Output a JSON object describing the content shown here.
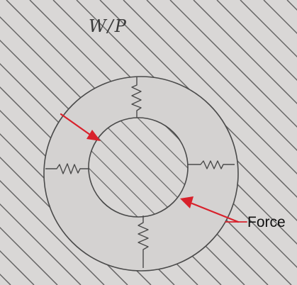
{
  "header": {
    "note": "W/P"
  },
  "annotation": {
    "label": "Force"
  },
  "colors": {
    "paper": "#d9d7d6",
    "pencil": "#4a4a4a",
    "hatch": "#3d3d3d",
    "ring_fill": "#d4d2d1",
    "arrow": "#d8212b"
  },
  "springs": [
    {
      "name": "spring-top"
    },
    {
      "name": "spring-left"
    },
    {
      "name": "spring-right"
    },
    {
      "name": "spring-bottom"
    }
  ],
  "arrows": [
    {
      "name": "force-arrow-upper-left"
    },
    {
      "name": "force-arrow-lower-right"
    }
  ]
}
